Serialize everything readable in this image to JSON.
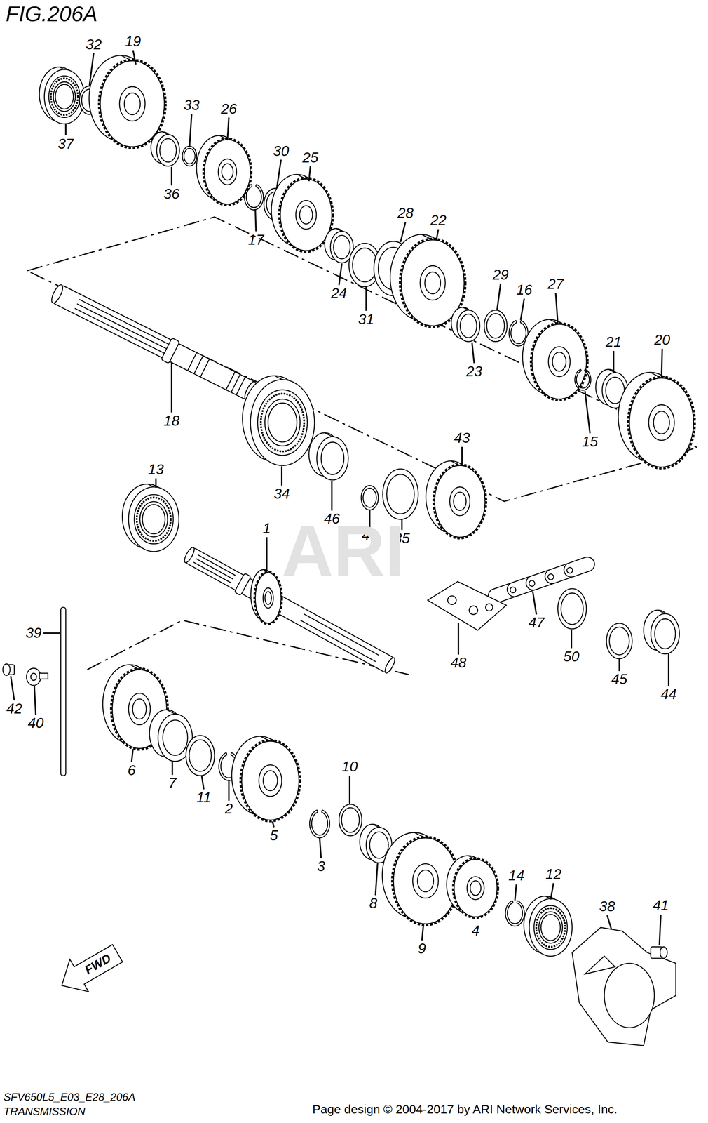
{
  "diagram": {
    "title": "FIG.206A",
    "labels": [
      "19",
      "32",
      "37",
      "33",
      "26",
      "36",
      "30",
      "25",
      "17",
      "28",
      "22",
      "24",
      "31",
      "29",
      "16",
      "27",
      "23",
      "21",
      "20",
      "15",
      "18",
      "34",
      "46",
      "49",
      "35",
      "43",
      "13",
      "1",
      "47",
      "50",
      "45",
      "44",
      "48",
      "39",
      "42",
      "40",
      "6",
      "7",
      "11",
      "2",
      "5",
      "3",
      "10",
      "8",
      "9",
      "4",
      "14",
      "12",
      "38",
      "41",
      "FWD",
      "ARI",
      "SFV650L5_E03_E28_206A",
      "TRANSMISSION",
      "Page design © 2004-2017 by ARI Network Services, Inc."
    ]
  }
}
